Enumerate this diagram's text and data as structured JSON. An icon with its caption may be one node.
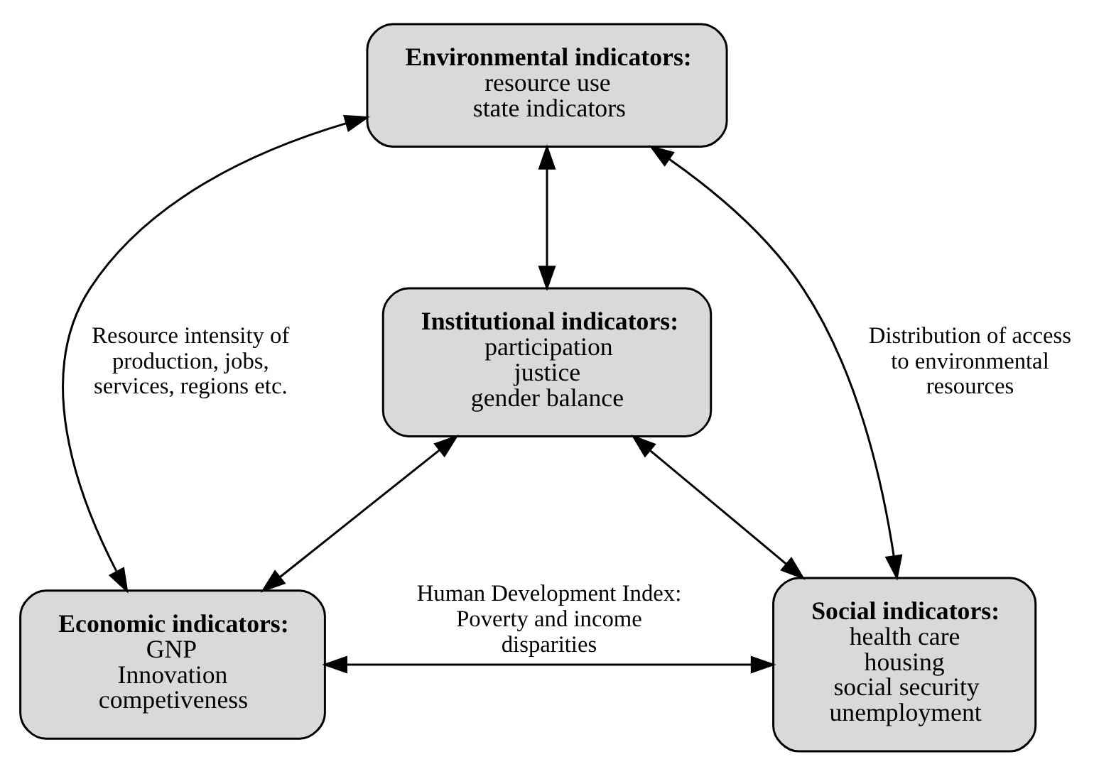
{
  "diagram": {
    "nodes": [
      {
        "text": [
          "Environmental indicators:",
          "resource use",
          "state indicators"
        ]
      },
      {
        "text": [
          "Institutional indicators:",
          "participation",
          "justice",
          "gender balance"
        ]
      },
      {
        "text": [
          "Economic indicators:",
          "GNP",
          "Innovation",
          "competiveness"
        ]
      },
      {
        "text": [
          "Social indicators:",
          "health care",
          "housing",
          "social security",
          "unemployment"
        ]
      }
    ],
    "edges": [
      {
        "from": 0,
        "to": 2,
        "arrow": "both",
        "label": "Resource intensity of production, jobs, services, regions etc."
      },
      {
        "from": 0,
        "to": 1,
        "arrow": "both"
      },
      {
        "from": 0,
        "to": 3,
        "arrow": "both",
        "label": "Distribution of access to environmental resources"
      },
      {
        "from": 1,
        "to": 2,
        "arrow": "both"
      },
      {
        "from": 1,
        "to": 3,
        "arrow": "both"
      },
      {
        "from": 2,
        "to": 3,
        "arrow": "both",
        "label": "Human Development Index: Poverty and income disparities"
      }
    ]
  }
}
